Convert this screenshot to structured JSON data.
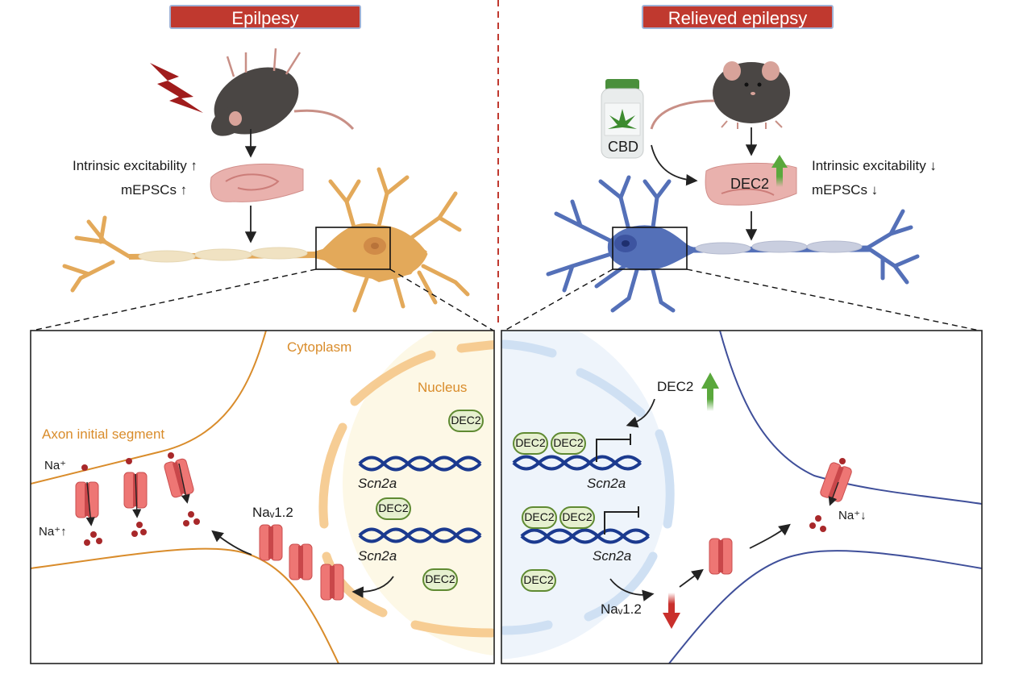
{
  "left": {
    "title": "Epilpesy",
    "effects": {
      "excitability": "Intrinsic excitability ↑",
      "mepscs": "mEPSCs ↑"
    },
    "detail": {
      "cytoplasm_label": "Cytoplasm",
      "nucleus_label": "Nucleus",
      "ais_label": "Axon initial segment",
      "na_top": "Na⁺",
      "na_up": "Na⁺↑",
      "channel_label": "Naᵥ1.2",
      "gene_labels": [
        "Scn2a",
        "Scn2a"
      ],
      "protein_labels": [
        "DEC2",
        "DEC2",
        "DEC2"
      ]
    }
  },
  "right": {
    "title": "Relieved epilepsy",
    "drug_label": "CBD",
    "hippocampus_label": "DEC2",
    "effects": {
      "excitability": "Intrinsic excitability ↓",
      "mepscs": "mEPSCs ↓"
    },
    "detail": {
      "dec2_up_label": "DEC2",
      "gene_labels": [
        "Scn2a",
        "Scn2a"
      ],
      "bound_protein_labels": [
        "DEC2",
        "DEC2",
        "DEC2",
        "DEC2"
      ],
      "free_protein_label": "DEC2",
      "channel_label": "Naᵥ1.2",
      "na_down": "Na⁺↓"
    }
  },
  "colors": {
    "title_bg": "#c0392f",
    "title_border": "#9fb2d6",
    "epilepsy_neuron": "#e3a95a",
    "relieved_neuron": "#5470b8",
    "dna": "#1b3a8f",
    "dec2_fill": "#e6f0cf",
    "dec2_border": "#5f8a32",
    "channel": "#ee7674",
    "sodium": "#a8282a",
    "up_arrow": "#5aa83c",
    "down_arrow": "#c9302c",
    "divider": "#c0392f"
  }
}
